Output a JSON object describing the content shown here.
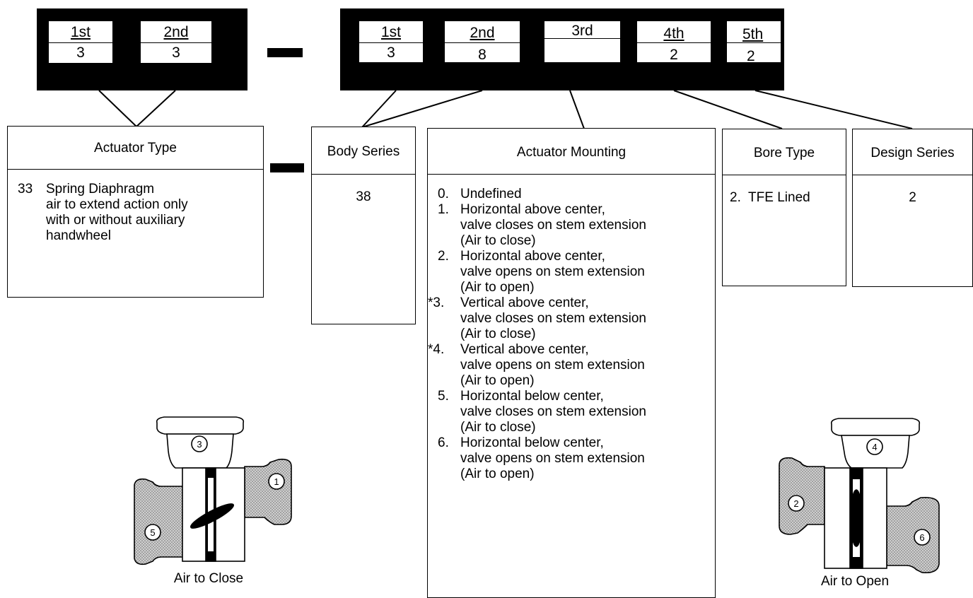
{
  "prefix_code": {
    "positions": [
      {
        "label": "1st",
        "value": "3"
      },
      {
        "label": "2nd",
        "value": "3"
      }
    ]
  },
  "suffix_code": {
    "positions": [
      {
        "label": "1st",
        "value": "3"
      },
      {
        "label": "2nd",
        "value": "8"
      },
      {
        "label": "3rd",
        "value": ""
      },
      {
        "label": "4th",
        "value": "2"
      },
      {
        "label": "5th",
        "value": "2"
      }
    ]
  },
  "actuator_type": {
    "title": "Actuator Type",
    "code": "33",
    "lines": [
      "Spring Diaphragm",
      "air to extend action only",
      "with or without auxiliary",
      "handwheel"
    ]
  },
  "body_series": {
    "title": "Body Series",
    "value": "38"
  },
  "actuator_mounting": {
    "title": "Actuator Mounting",
    "options": [
      {
        "num": "0.",
        "lines": [
          "Undefined"
        ]
      },
      {
        "num": "1.",
        "lines": [
          "Horizontal above center,",
          "valve closes on stem extension",
          "(Air to close)"
        ]
      },
      {
        "num": "2.",
        "lines": [
          "Horizontal above center,",
          "valve opens on stem extension",
          "(Air to open)"
        ]
      },
      {
        "num": "*3.",
        "lines": [
          "Vertical above center,",
          "valve closes on stem extension",
          "(Air to close)"
        ]
      },
      {
        "num": "*4.",
        "lines": [
          "Vertical above center,",
          "valve opens on stem extension",
          "(Air to open)"
        ]
      },
      {
        "num": "5.",
        "lines": [
          "Horizontal below center,",
          "valve closes on stem extension",
          "(Air to close)"
        ]
      },
      {
        "num": "6.",
        "lines": [
          "Horizontal below center,",
          "valve opens on stem extension",
          "(Air to open)"
        ]
      }
    ]
  },
  "bore_type": {
    "title": "Bore Type",
    "value": "2.  TFE Lined"
  },
  "design_series": {
    "title": "Design Series",
    "value": "2"
  },
  "figures": {
    "left": {
      "caption": "Air to Close",
      "callouts": [
        "3",
        "1",
        "5"
      ]
    },
    "right": {
      "caption": "Air to Open",
      "callouts": [
        "4",
        "2",
        "6"
      ]
    }
  }
}
